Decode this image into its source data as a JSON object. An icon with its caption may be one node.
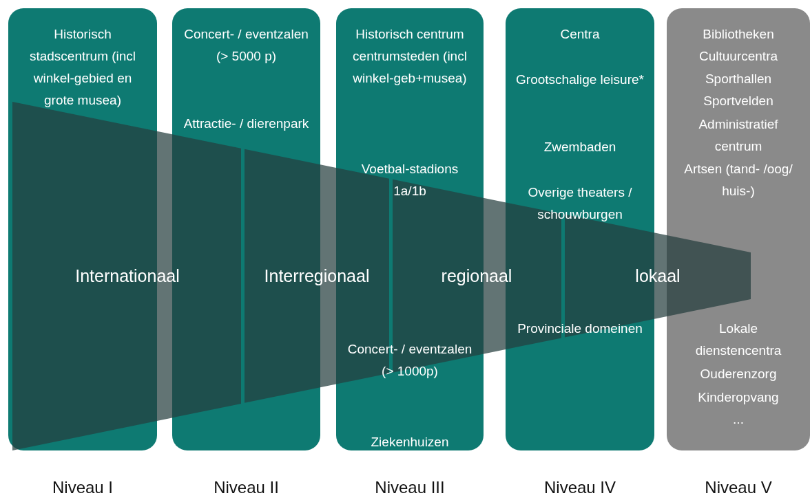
{
  "diagram": {
    "nodes": [
      {
        "text": [
          "Historisch stadscentrum (incl winkel-gebied en grote musea)"
        ],
        "beside": [
          "Niveau I"
        ]
      },
      {
        "text": [
          "Concert- / eventzalen (> 5000 p)",
          "Attractie- / dierenpark"
        ],
        "beside": [
          "Niveau II"
        ]
      },
      {
        "text": [
          "Historisch centrum centrumsteden (incl winkel-geb+musea)",
          "Voetbal-stadions 1a/1b",
          "Concert- / eventzalen (> 1000p)",
          "Ziekenhuizen"
        ],
        "beside": [
          "Niveau III"
        ]
      },
      {
        "text": [
          "Centra",
          "Grootschalige leisure*",
          "Zwembaden",
          "Overige theaters / schouwburgen",
          "Provinciale domeinen"
        ],
        "beside": [
          "Niveau IV"
        ]
      },
      {
        "text": [
          "Bibliotheken",
          "Cultuurcentra",
          "Sporthallen",
          "Sportvelden",
          "Administratief centrum",
          "Artsen (tand- /oog/ huis-)",
          "Lokale dienstencentra",
          "Ouderenzorg",
          "Kinderopvang",
          "..."
        ],
        "beside": [
          "Niveau V"
        ]
      },
      {
        "text": [
          "Internationaal"
        ]
      },
      {
        "text": [
          "Interregionaal"
        ]
      },
      {
        "text": [
          "regionaal"
        ]
      },
      {
        "text": [
          "lokaal"
        ]
      }
    ],
    "edges": []
  }
}
